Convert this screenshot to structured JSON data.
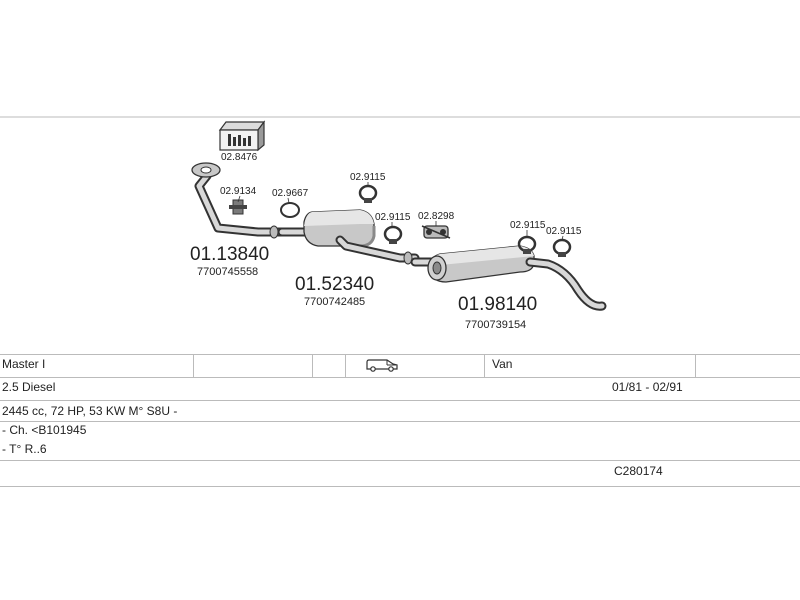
{
  "diagram": {
    "parts": [
      {
        "id": "p1",
        "number": "01.13840",
        "ref": "7700745558"
      },
      {
        "id": "p2",
        "number": "01.52340",
        "ref": "7700742485"
      },
      {
        "id": "p3",
        "number": "01.98140",
        "ref": "7700739154"
      }
    ],
    "accessories": [
      {
        "id": "a1",
        "code": "02.8476",
        "icon": "mounting-kit-box-icon"
      },
      {
        "id": "a2",
        "code": "02.9134",
        "icon": "exhaust-hanger-icon"
      },
      {
        "id": "a3",
        "code": "02.9667",
        "icon": "sealing-ring-icon"
      },
      {
        "id": "a4",
        "code": "02.9115",
        "icon": "pipe-clamp-icon"
      },
      {
        "id": "a5",
        "code": "02.9115",
        "icon": "pipe-clamp-icon"
      },
      {
        "id": "a6",
        "code": "02.8298",
        "icon": "pipe-connector-icon"
      },
      {
        "id": "a7",
        "code": "02.9115",
        "icon": "pipe-clamp-icon"
      },
      {
        "id": "a8",
        "code": "02.9115",
        "icon": "pipe-clamp-icon"
      }
    ],
    "colors": {
      "line": "#333333",
      "fill": "#c8c8c8",
      "shade": "#8a8a8a"
    }
  },
  "vehicle": {
    "model": "Master I",
    "body_icon": "van-icon",
    "body_type": "Van",
    "engine": "2.5 Diesel",
    "years": "01/81 - 02/91",
    "specs": "2445 cc, 72 HP, 53 KW M° S8U -",
    "chassis": "- Ch. <B101945",
    "type": "- T° R..6",
    "code": "C280174"
  }
}
